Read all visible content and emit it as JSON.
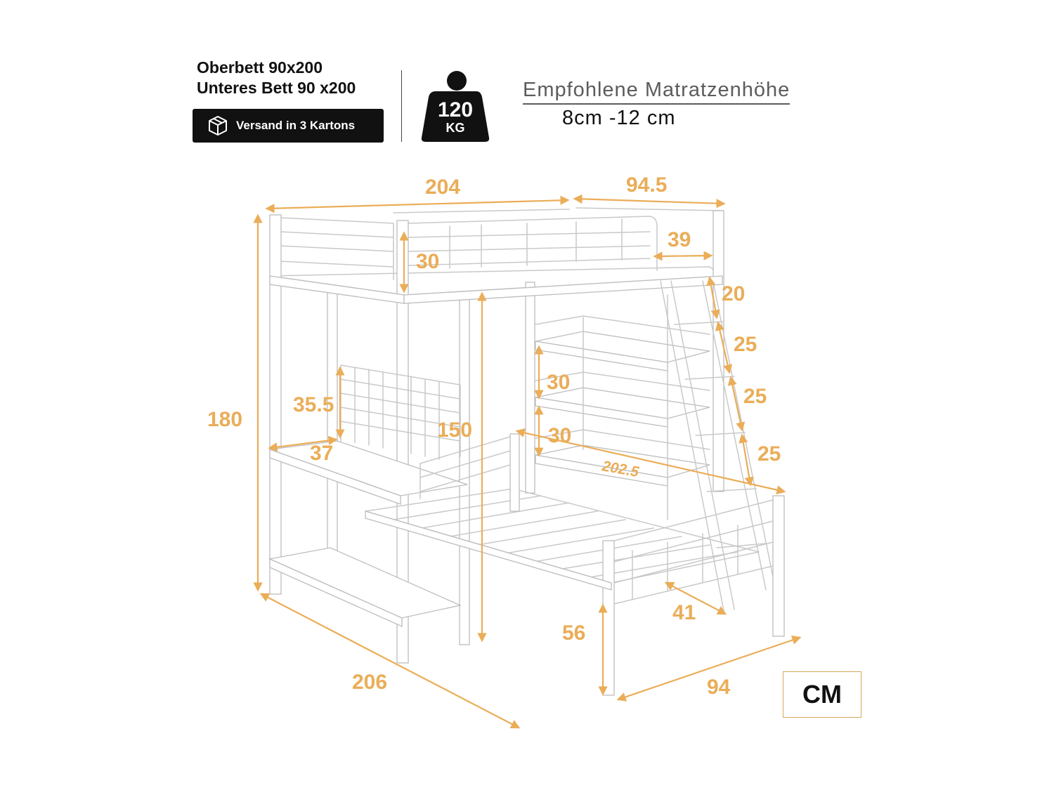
{
  "header": {
    "bed_sizes": [
      "Oberbett 90x200",
      "Unteres Bett 90 x200"
    ],
    "shipping_label": "Versand in 3 Kartons",
    "shipping_icon": "box-icon",
    "weight_icon": "weight-icon",
    "weight_value": "120",
    "weight_unit": "KG",
    "mattress_title": "Empfohlene Matratzenhöhe",
    "mattress_range": "8cm -12 cm"
  },
  "dimensions": {
    "top_length": "204",
    "top_width": "94.5",
    "guard_height": "30",
    "ladder_gap": "39",
    "step_1": "20",
    "step_2": "25",
    "step_3": "25",
    "step_4": "25",
    "total_height": "180",
    "under_clearance": "150",
    "desk_panel": "35.5",
    "desk_depth": "37",
    "shelf_spacing_1": "30",
    "shelf_spacing_2": "30",
    "lower_length": "202.5",
    "base_length": "206",
    "lower_height": "56",
    "ladder_depth": "41",
    "lower_width": "94"
  },
  "unit": "CM",
  "colors": {
    "dimension": "#EAAD58",
    "frame": "#c9c9c9",
    "badge": "#111111"
  }
}
